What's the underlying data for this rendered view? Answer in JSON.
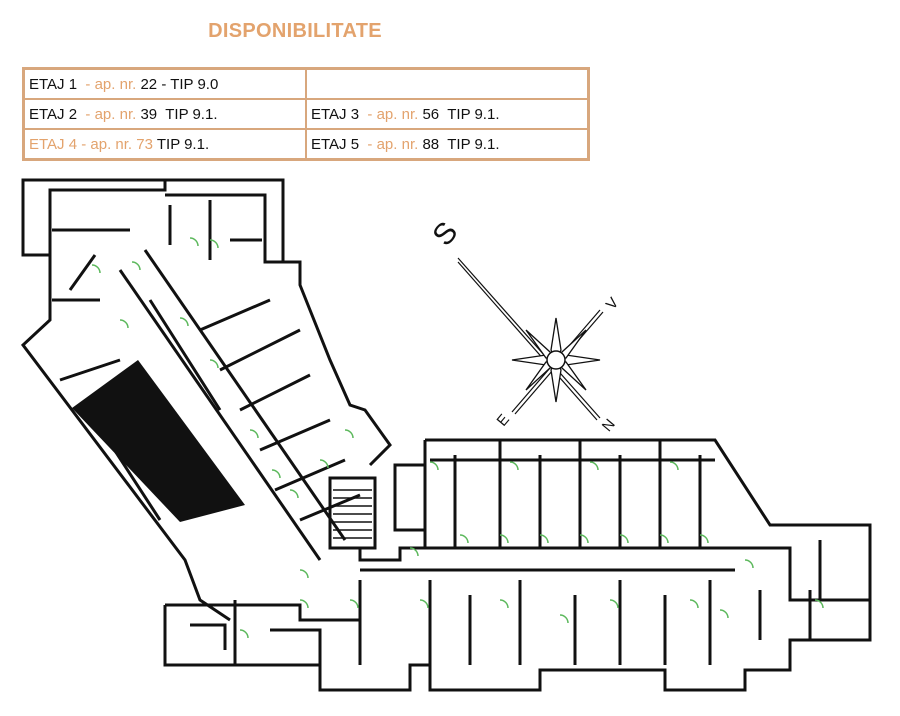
{
  "title": "DISPONIBILITATE",
  "rows": [
    [
      {
        "floor": "ETAJ 1",
        "sep1": "-",
        "ap_label": "ap. nr.",
        "ap_num": "22",
        "tip": "- TIP 9.0",
        "highlight": false
      },
      {
        "empty": true
      }
    ],
    [
      {
        "floor": "ETAJ 2",
        "sep1": "-",
        "ap_label": "ap. nr.",
        "ap_num": "39",
        "tip": "TIP 9.1.",
        "highlight": false
      },
      {
        "floor": "ETAJ 3",
        "sep1": "-",
        "ap_label": "ap. nr.",
        "ap_num": "56",
        "tip": "TIP 9.1.",
        "highlight": false
      }
    ],
    [
      {
        "floor": "ETAJ 4 - ap. nr. 73",
        "tip": "TIP 9.1.",
        "highlight": true
      },
      {
        "floor": "ETAJ 5",
        "sep1": "-",
        "ap_label": "ap. nr.",
        "ap_num": "88",
        "tip": "TIP 9.1.",
        "highlight": false
      }
    ]
  ],
  "compass": {
    "s": "S",
    "v": "V",
    "e": "E",
    "n": "N"
  },
  "colors": {
    "accent": "#e3a36d",
    "border": "#d8a77d",
    "door": "#5cb85c",
    "wall": "#111111",
    "highlighted_unit": "#111111"
  }
}
